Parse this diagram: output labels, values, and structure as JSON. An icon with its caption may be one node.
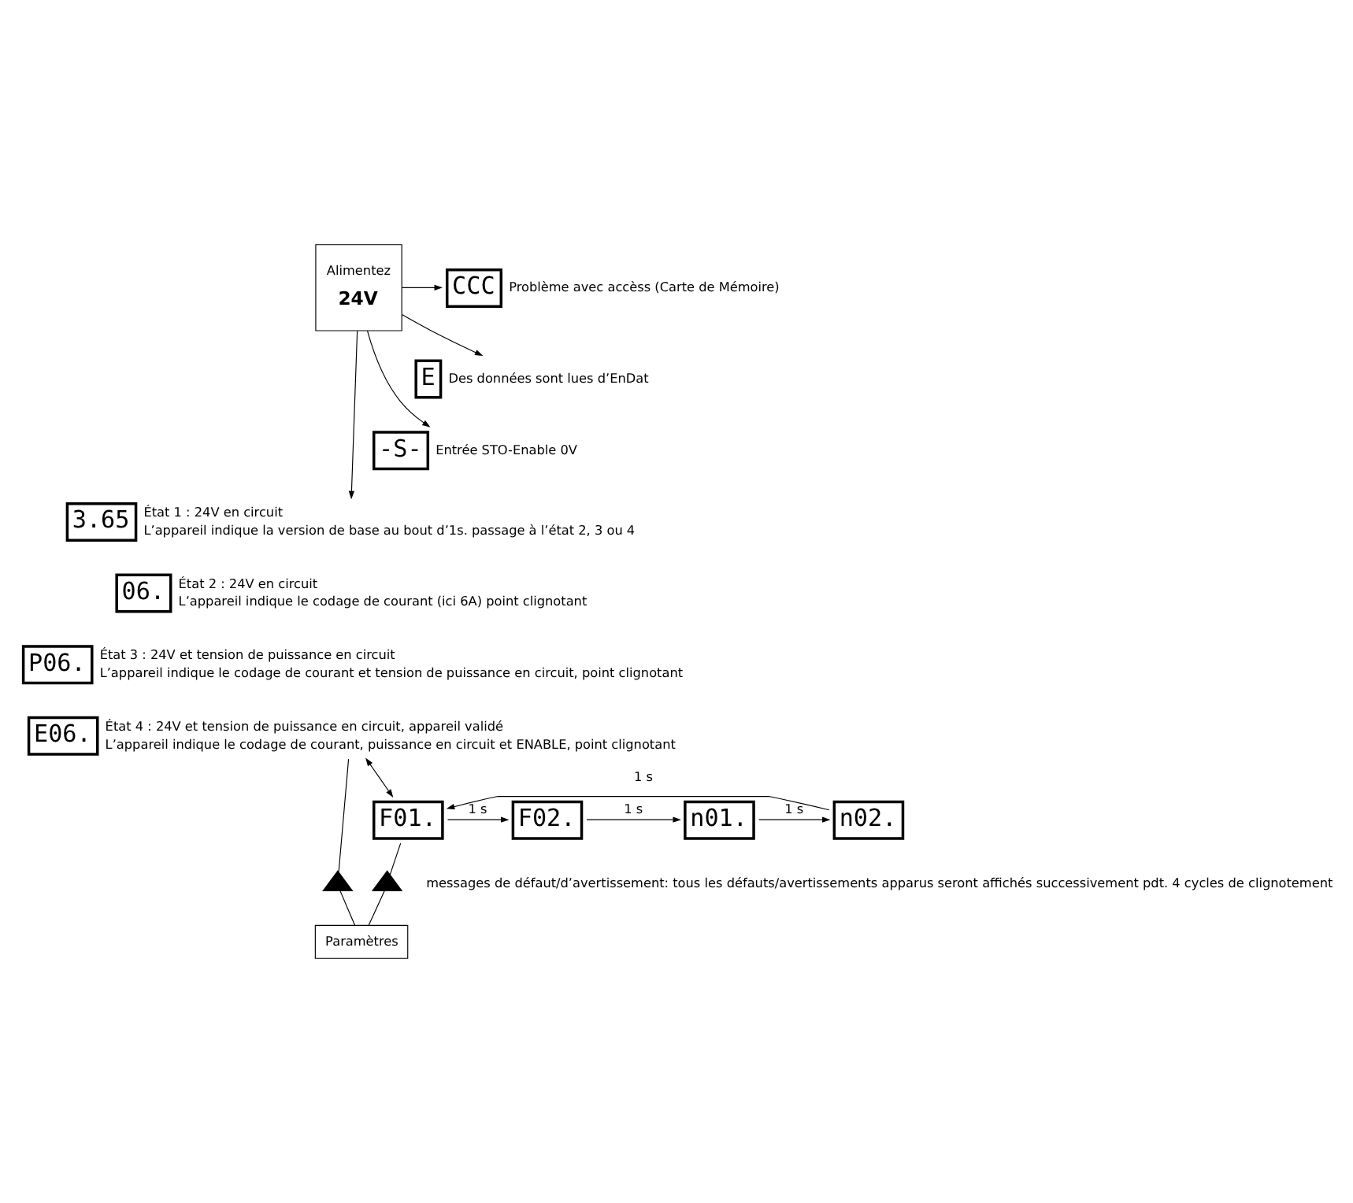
{
  "diagram": {
    "nodes": [
      {
        "text": [
          "Alimentez",
          "24V"
        ]
      },
      {
        "text": [
          "CCC"
        ],
        "beside": [
          "Problème avec accèss (Carte de Mémoire)"
        ]
      },
      {
        "text": [
          "E"
        ],
        "beside": [
          "Des données sont lues d’EnDat"
        ]
      },
      {
        "text": [
          "-S-"
        ],
        "beside": [
          "Entrée STO-Enable 0V"
        ]
      },
      {
        "text": [
          "3.65"
        ],
        "beside": [
          "État 1 : 24V en circuit",
          "L’appareil indique la version de base au bout d’1s. passage à l’état 2, 3 ou 4"
        ]
      },
      {
        "text": [
          "06."
        ],
        "beside": [
          "État 2 : 24V en circuit",
          "L’appareil indique le codage de courant (ici 6A) point clignotant"
        ]
      },
      {
        "text": [
          "P06."
        ],
        "beside": [
          "État 3 : 24V et tension de puissance en circuit",
          "L’appareil indique le codage de courant et tension de puissance en circuit, point clignotant"
        ]
      },
      {
        "text": [
          "E06."
        ],
        "beside": [
          "État 4 : 24V et tension de puissance en circuit, appareil validé",
          "L’appareil indique le codage de courant, puissance en circuit et ENABLE, point clignotant"
        ]
      },
      {
        "text": [
          "F01."
        ]
      },
      {
        "text": [
          "F02."
        ]
      },
      {
        "text": [
          "n01."
        ]
      },
      {
        "text": [
          "n02."
        ]
      },
      {
        "text": [],
        "shape": "triangle"
      },
      {
        "text": [],
        "shape": "triangle"
      },
      {
        "text": [
          "Paramètres"
        ]
      }
    ],
    "edges": [
      {
        "from": 0,
        "to": 1,
        "arrow": "to"
      },
      {
        "from": 0,
        "to": 2,
        "arrow": "to"
      },
      {
        "from": 0,
        "to": 3,
        "arrow": "to"
      },
      {
        "from": 0,
        "to": 4,
        "arrow": "to"
      },
      {
        "from": 7,
        "to": 8,
        "arrow": "both"
      },
      {
        "from": 8,
        "to": 9,
        "arrow": "to",
        "label": "1 s"
      },
      {
        "from": 9,
        "to": 10,
        "arrow": "to",
        "label": "1 s"
      },
      {
        "from": 10,
        "to": 11,
        "arrow": "to",
        "label": "1 s"
      },
      {
        "from": 11,
        "to": 8,
        "arrow": "to",
        "label": "1 s"
      },
      {
        "from": 7,
        "to": 12,
        "arrow": "none"
      },
      {
        "from": 8,
        "to": 13,
        "arrow": "none"
      },
      {
        "from": 12,
        "to": 14,
        "arrow": "none"
      },
      {
        "from": 13,
        "to": 14,
        "arrow": "none"
      }
    ],
    "labels": [
      "messages de défaut/d’avertissement: tous les défauts/avertissements apparus seront affichés successivement pdt. 4 cycles de clignotement"
    ]
  }
}
